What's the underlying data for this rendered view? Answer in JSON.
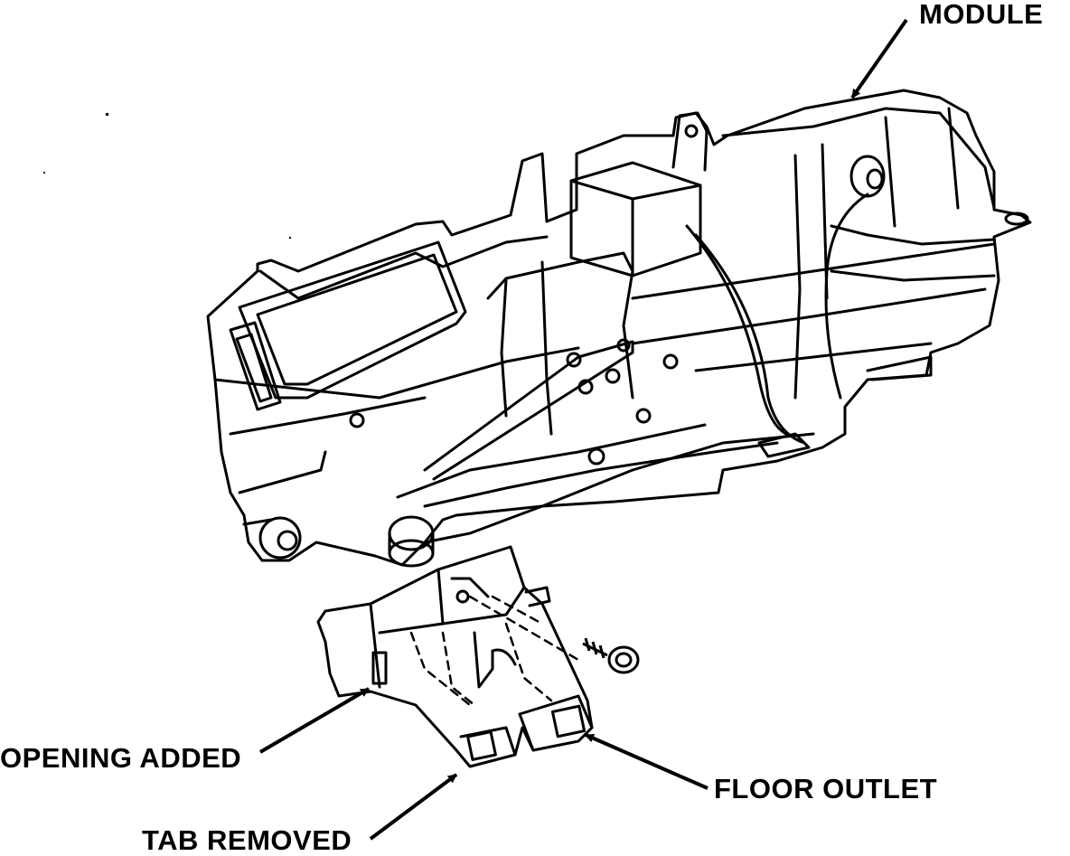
{
  "labels": {
    "module": "MODULE",
    "opening_added": "OPENING ADDED",
    "floor_outlet": "FLOOR OUTLET",
    "tab_removed": "TAB REMOVED"
  }
}
